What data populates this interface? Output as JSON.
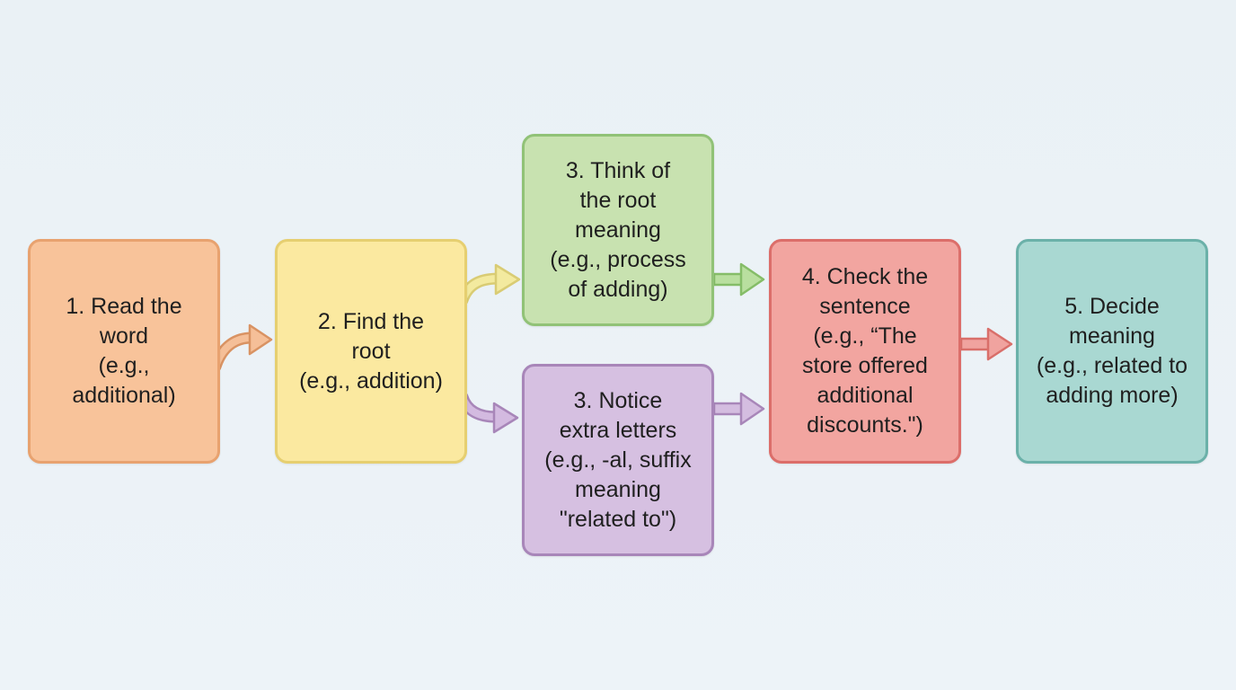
{
  "steps": {
    "read_word": "1. Read the\nword\n(e.g.,\nadditional)",
    "find_root": "2. Find the\nroot\n(e.g., addition)",
    "think_root": "3. Think of\nthe root\nmeaning\n(e.g., process\nof adding)",
    "notice_letters": "3. Notice\nextra letters\n(e.g., -al, suffix\nmeaning\n\"related to\")",
    "check_sentence": "4. Check the\nsentence\n(e.g., “The\nstore offered\nadditional\ndiscounts.\")",
    "decide_meaning": "5. Decide\nmeaning\n(e.g., related to\nadding more)"
  },
  "colors": {
    "step1": "#f8c39a",
    "step2": "#fbe9a0",
    "step3_think": "#c8e2b0",
    "step3_notice": "#d6c0e1",
    "step4": "#f2a5a0",
    "step5": "#a9d8d2",
    "arrow_orange": "#f2b48a",
    "arrow_yellow": "#ece29a",
    "arrow_green": "#a9d68c",
    "arrow_purple": "#c8a9d8",
    "arrow_red": "#e98d89"
  }
}
